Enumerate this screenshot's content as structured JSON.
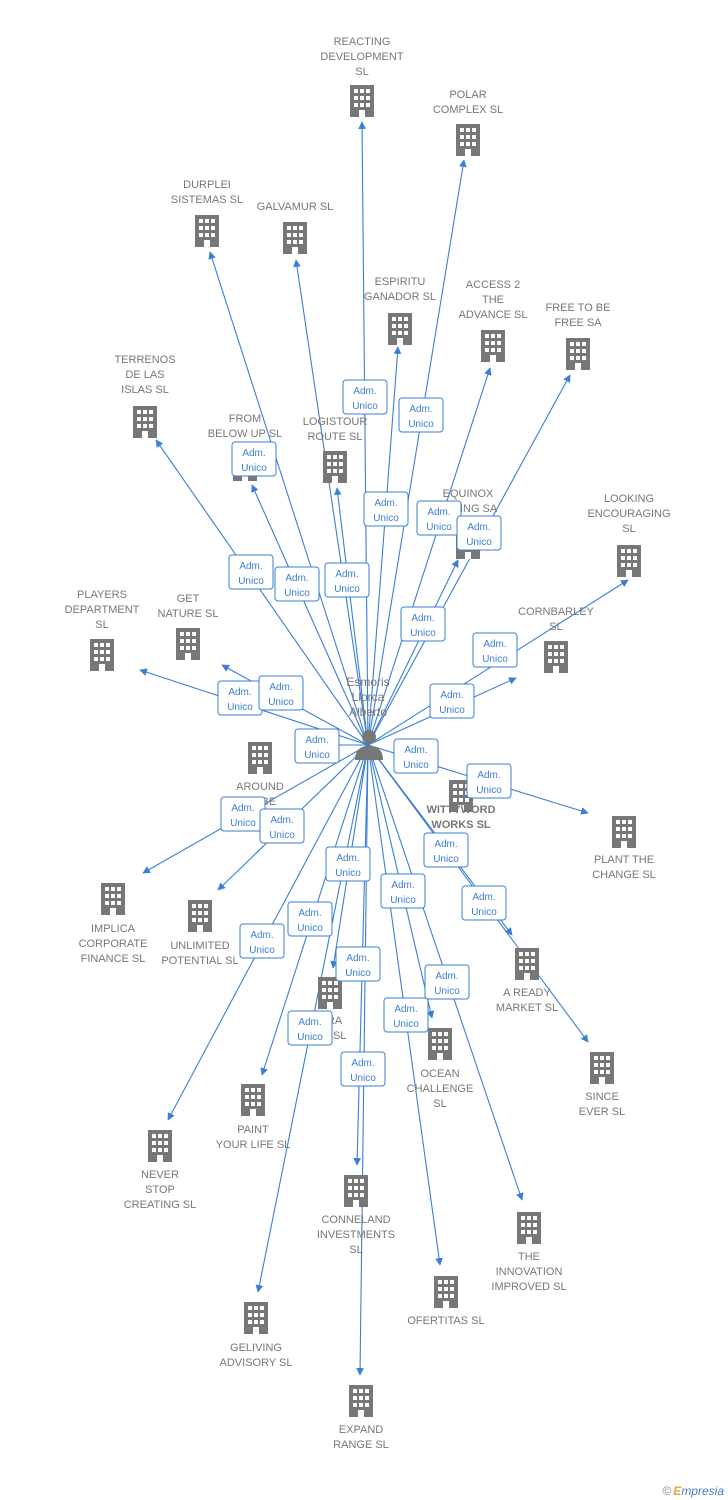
{
  "center": {
    "name_lines": [
      "Esmoris",
      "Llorca",
      "Alberto"
    ]
  },
  "relation_label": [
    "Adm.",
    "Unico"
  ],
  "footer": {
    "copyright": "©",
    "brand_first": "E",
    "brand_rest": "mpresia"
  },
  "colors": {
    "edge": "#3a7fd5",
    "node": "#777777",
    "text": "#777777"
  },
  "companies": [
    {
      "name": [
        "REACTING",
        "DEVELOPMENT",
        "SL"
      ]
    },
    {
      "name": [
        "POLAR",
        "COMPLEX  SL"
      ]
    },
    {
      "name": [
        "DURPLEI",
        "SISTEMAS  SL"
      ]
    },
    {
      "name": [
        "GALVAMUR  SL"
      ]
    },
    {
      "name": [
        "ESPIRITU",
        "GANADOR SL"
      ]
    },
    {
      "name": [
        "ACCESS 2",
        "THE",
        "ADVANCE  SL"
      ]
    },
    {
      "name": [
        "FREE TO BE",
        "FREE SA"
      ]
    },
    {
      "name": [
        "TERRENOS",
        "DE LAS",
        "ISLAS  SL"
      ]
    },
    {
      "name": [
        "FROM",
        "BELOW UP  SL"
      ]
    },
    {
      "name": [
        "LOGISTOUR",
        "ROUTE  SL"
      ]
    },
    {
      "name": [
        "EQUINOX",
        "...LTING SA"
      ]
    },
    {
      "name": [
        "LOOKING",
        "ENCOURAGING",
        "SL"
      ]
    },
    {
      "name": [
        "PLAYERS",
        "DEPARTMENT",
        "SL"
      ]
    },
    {
      "name": [
        "GET",
        "NATURE  SL"
      ]
    },
    {
      "name": [
        "CORNBARLEY",
        "SL"
      ]
    },
    {
      "name": [
        "AROUND",
        "...OBE"
      ]
    },
    {
      "name": [
        "WITTYWORD",
        "WORKS  SL"
      ],
      "bold": true
    },
    {
      "name": [
        "PLANT THE",
        "CHANGE  SL"
      ]
    },
    {
      "name": [
        "IMPLICA",
        "CORPORATE",
        "FINANCE  SL"
      ]
    },
    {
      "name": [
        "UNLIMITED",
        "POTENTIAL  SL"
      ]
    },
    {
      "name": [
        "...RA",
        "...Y  SL"
      ]
    },
    {
      "name": [
        "A READY",
        "MARKET  SL"
      ]
    },
    {
      "name": [
        "SINCE",
        "EVER  SL"
      ]
    },
    {
      "name": [
        "OCEAN",
        "CHALLENGE",
        "SL"
      ]
    },
    {
      "name": [
        "PAINT",
        "YOUR LIFE  SL"
      ]
    },
    {
      "name": [
        "NEVER",
        "STOP",
        "CREATING  SL"
      ]
    },
    {
      "name": [
        "CONNELAND",
        "INVESTMENTS",
        "SL"
      ]
    },
    {
      "name": [
        "THE",
        "INNOVATION",
        "IMPROVED  SL"
      ]
    },
    {
      "name": [
        "OFERTITAS  SL"
      ]
    },
    {
      "name": [
        "GELIVING",
        "ADVISORY  SL"
      ]
    },
    {
      "name": [
        "EXPAND",
        "RANGE  SL"
      ]
    }
  ]
}
